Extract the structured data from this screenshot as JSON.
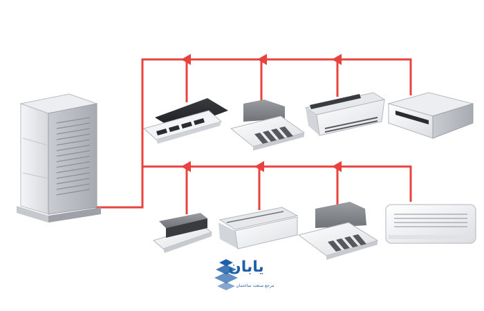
{
  "diagram": {
    "pipe_color": "#e8413e",
    "outdoor_unit": {
      "icon": "vrf-outdoor-condenser"
    },
    "indoor_units": [
      {
        "row": "top",
        "icon": "four-way-cassette-dark"
      },
      {
        "row": "top",
        "icon": "four-way-cassette"
      },
      {
        "row": "top",
        "icon": "ceiling-suspended"
      },
      {
        "row": "top",
        "icon": "ducted-ceiling"
      },
      {
        "row": "bottom",
        "icon": "one-way-cassette"
      },
      {
        "row": "bottom",
        "icon": "ceiling-concealed"
      },
      {
        "row": "bottom",
        "icon": "four-way-cassette"
      },
      {
        "row": "bottom",
        "icon": "wall-mounted"
      }
    ]
  },
  "logo": {
    "brand_name": "یابان",
    "tagline": "مرجع صنعت ساختمان",
    "brand_color": "#1f5fa8",
    "icon": "stacked-cubes-logo-icon"
  }
}
